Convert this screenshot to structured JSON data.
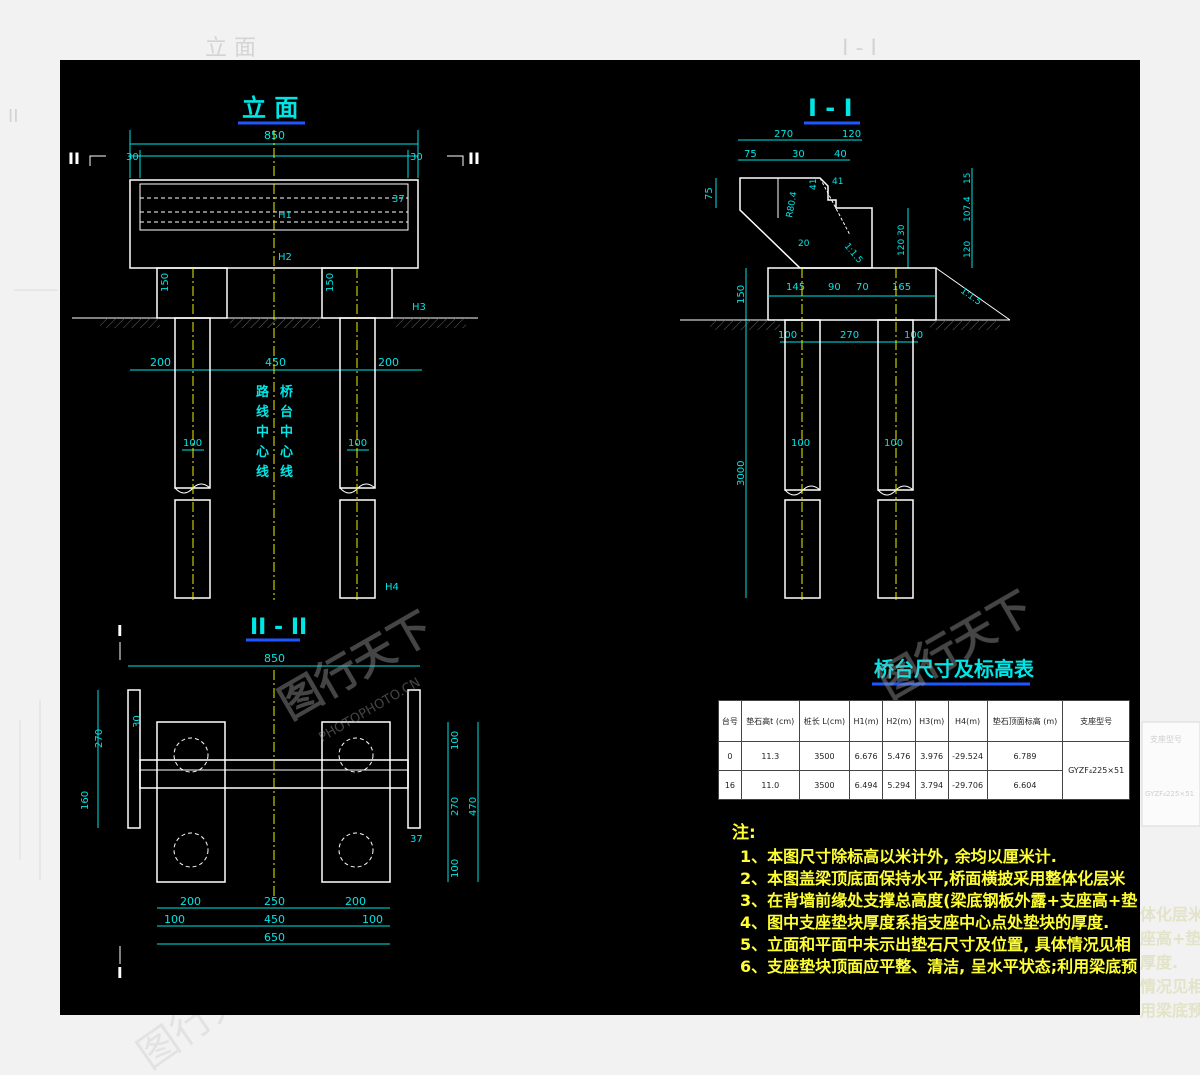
{
  "views": {
    "elevation_title": "立 面",
    "section_1_title": "I - I",
    "section_2_title": "II - II",
    "section_mark_2": "II",
    "section_mark_1": "I"
  },
  "elevation": {
    "dims": {
      "overall": "850",
      "end_left": "30",
      "end_right": "30",
      "cap_side": "37",
      "h1": "H1",
      "h2": "H2",
      "h3": "H3",
      "h4": "H4",
      "col": "150",
      "left": "200",
      "mid": "450",
      "right": "200",
      "pile_l": "100",
      "pile_r": "100"
    },
    "centerline_left": [
      "路",
      "线",
      "中",
      "心",
      "线"
    ],
    "centerline_right": [
      "桥",
      "台",
      "中",
      "心",
      "线"
    ]
  },
  "section1": {
    "dims": {
      "top_w": "270",
      "top_r": "120",
      "a": "75",
      "b": "30",
      "c": "40",
      "d": "75",
      "e": "41",
      "r": "R80.4",
      "f": "20",
      "g": "41",
      "slope1": "1:1.5",
      "slope2": "1:1.5",
      "h": "30",
      "i": "120",
      "j": "15",
      "k": "107.4",
      "l": "120",
      "cap_a": "145",
      "cap_b": "90",
      "cap_c": "70",
      "cap_d": "165",
      "cap_h": "150",
      "p_l": "100",
      "p_m": "270",
      "p_r": "100",
      "pile_l": "100",
      "pile_r": "100",
      "pile_len": "3000"
    }
  },
  "section2": {
    "dims": {
      "overall": "850",
      "left_top": "270",
      "left_bot": "160",
      "side": "30",
      "side2": "37",
      "r_top": "100",
      "r_mid": "270",
      "r_bot": "100",
      "r_all": "470",
      "b1": "200",
      "b2": "250",
      "b3": "200",
      "c1": "100",
      "c2": "450",
      "c3": "100",
      "total": "650"
    }
  },
  "table": {
    "title": "桥台尺寸及标高表",
    "headers": [
      "台号",
      "垫石高t (cm)",
      "桩长 L(cm)",
      "H1(m)",
      "H2(m)",
      "H3(m)",
      "H4(m)",
      "垫石顶面标高 (m)",
      "支座型号"
    ],
    "rows": [
      [
        "0",
        "11.3",
        "3500",
        "6.676",
        "5.476",
        "3.976",
        "-29.524",
        "6.789"
      ],
      [
        "16",
        "11.0",
        "3500",
        "6.494",
        "5.294",
        "3.794",
        "-29.706",
        "6.604"
      ]
    ],
    "bearing": "GYZF₄225×51"
  },
  "notes": {
    "title": "注:",
    "items": [
      "1、本图尺寸除标高以米计外, 余均以厘米计.",
      "2、本图盖梁顶底面保持水平,桥面横披采用整体化层米",
      "3、在背墙前缘处支撑总高度(梁底钢板外露+支座高+垫",
      "4、图中支座垫块厚度系指支座中心点处垫块的厚度.",
      "5、立面和平面中未示出垫石尺寸及位置, 具体情况见相",
      "6、支座垫块顶面应平整、清洁, 呈水平状态;利用梁底预"
    ]
  },
  "ghost": {
    "right_notes": [
      "体化层米",
      "座高+垫",
      "厚度.",
      "情况见相",
      "用梁底预"
    ],
    "bearing_header": "支座型号",
    "bearing_value": "GYZF₄225×51"
  },
  "watermark": {
    "text": "图行天下",
    "url": "PHOTOPHOTO.CN"
  },
  "colors": {
    "background": "#000000",
    "outline": "#ffffff",
    "dimension": "#00e5e5",
    "title": "#00e5e5",
    "underline": "#1f57ff",
    "centerline": "#f0f000",
    "notes": "#ffff33",
    "hatch": "#6a6a6a"
  }
}
